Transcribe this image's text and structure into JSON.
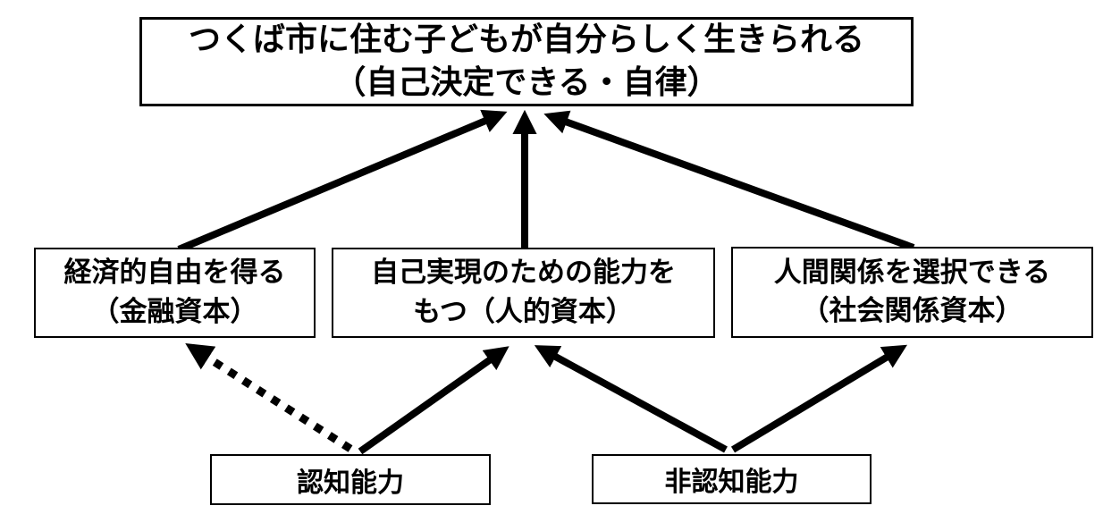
{
  "diagram": {
    "nodes": {
      "goal": {
        "line1": "つくば市に住む子どもが自分らしく生きられる",
        "line2": "（自己決定できる・自律）"
      },
      "economic": {
        "line1": "経済的自由を得る",
        "line2": "（金融資本）"
      },
      "self_realization": {
        "line1": "自己実現のための能力を",
        "line2": "もつ（人的資本）"
      },
      "relationships": {
        "line1": "人間関係を選択できる",
        "line2": "（社会関係資本）"
      },
      "cognitive": {
        "label": "認知能力"
      },
      "noncognitive": {
        "label": "非認知能力"
      }
    },
    "edges": [
      {
        "from": "economic",
        "to": "goal",
        "style": "solid"
      },
      {
        "from": "self_realization",
        "to": "goal",
        "style": "solid"
      },
      {
        "from": "relationships",
        "to": "goal",
        "style": "solid"
      },
      {
        "from": "cognitive",
        "to": "economic",
        "style": "dotted"
      },
      {
        "from": "cognitive",
        "to": "self_realization",
        "style": "solid"
      },
      {
        "from": "noncognitive",
        "to": "self_realization",
        "style": "solid"
      },
      {
        "from": "noncognitive",
        "to": "relationships",
        "style": "solid"
      }
    ],
    "colors": {
      "background": "#ffffff",
      "box_fill": "#ffffff",
      "box_border": "#000000",
      "arrow": "#000000",
      "text": "#000000"
    }
  }
}
